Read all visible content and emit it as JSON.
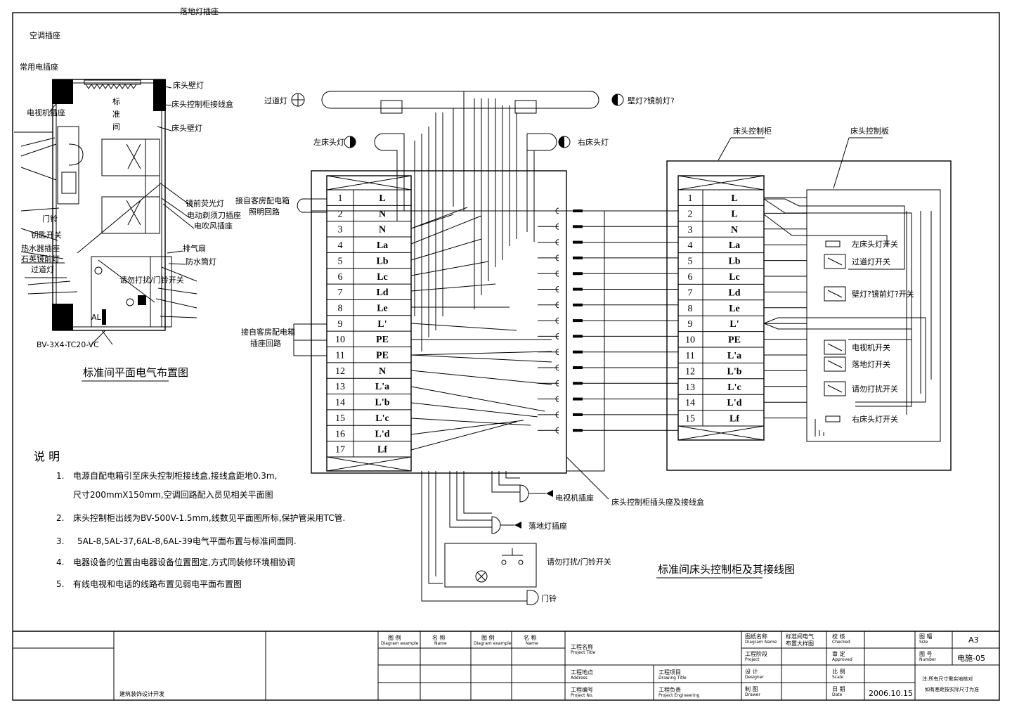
{
  "plan": {
    "title": "标准间平面电气布置图",
    "labels": {
      "floor_lamp_socket": "落地灯插座",
      "ac_socket": "空调插座",
      "common_socket": "常用电插座",
      "tv_socket": "电视机插座",
      "doorbell": "门铃",
      "lock_switch": "钥匙开关",
      "water_heater_socket": "热水器插座",
      "mirror_lamp": "石英镜前灯",
      "corridor_lamp": "过道灯",
      "room_name_1": "标",
      "room_name_2": "准",
      "room_name_3": "间",
      "bedside_wall_lamp_1": "床头壁灯",
      "bedside_box": "床头控制柜接线盒",
      "bedside_wall_lamp_2": "床头壁灯",
      "mirror_fluorescent": "镜前荧光灯",
      "shaver_socket": "电动剃须刀插座",
      "hair_dryer_socket": "电吹风插座",
      "exhaust_fan": "排气扇",
      "waterproof_lamp": "防水筒灯",
      "dnd_switch": "请勿打扰/门铃开关",
      "panel": "AL",
      "cable": "BV-3X4-TC20-VC"
    }
  },
  "notes": {
    "heading": "说 明",
    "items": [
      {
        "no": "1.",
        "text": "电源自配电箱引至床头控制柜接线盒,接线盒距地0.3m,"
      },
      {
        "no": "",
        "text": "尺寸200mmX150mm,空调回路配入员见相关平面图"
      },
      {
        "no": "2.",
        "text": "床头控制柜出线为BV-500V-1.5mm,线数见平面图所标,保护管采用TC管."
      },
      {
        "no": "3.",
        "text": "5AL-8,5AL-37,6AL-8,6AL-39电气平面布置与标准间面同."
      },
      {
        "no": "4.",
        "text": "电器设备的位置由电器设备位置图定,方式同装修环境相协调"
      },
      {
        "no": "5.",
        "text": "有线电视和电话的线路布置见弱电平面布置图"
      }
    ]
  },
  "wiring": {
    "title": "标准间床头控制柜及其接线图",
    "corridor_lamp": "过道灯",
    "wall_mirror_lamp": "壁灯?镜前灯?",
    "left_bed_lamp": "左床头灯",
    "right_bed_lamp": "右床头灯",
    "lighting_circuit_1": "接自客房配电箱",
    "lighting_circuit_2": "照明回路",
    "socket_circuit_1": "接自客房配电箱",
    "socket_circuit_2": "插座回路",
    "tv_socket": "电视机插座",
    "floor_socket": "落地灯插座",
    "dnd_switch": "请勿打扰/门铃开关",
    "doorbell": "门铃",
    "plug_box": "床头控制柜插头座及接线盒",
    "cabinet_label": "床头控制柜",
    "panel_label": "床头控制板",
    "left_terminals": [
      {
        "no": "1",
        "name": "L"
      },
      {
        "no": "2",
        "name": "N"
      },
      {
        "no": "3",
        "name": "N"
      },
      {
        "no": "4",
        "name": "La"
      },
      {
        "no": "5",
        "name": "Lb"
      },
      {
        "no": "6",
        "name": "Lc"
      },
      {
        "no": "7",
        "name": "Ld"
      },
      {
        "no": "8",
        "name": "Le"
      },
      {
        "no": "9",
        "name": "L'"
      },
      {
        "no": "10",
        "name": "PE"
      },
      {
        "no": "11",
        "name": "PE"
      },
      {
        "no": "12",
        "name": "N"
      },
      {
        "no": "13",
        "name": "L'a"
      },
      {
        "no": "14",
        "name": "L'b"
      },
      {
        "no": "15",
        "name": "L'c"
      },
      {
        "no": "16",
        "name": "L'd"
      },
      {
        "no": "17",
        "name": "Lf"
      }
    ],
    "right_terminals": [
      {
        "no": "1",
        "name": "L"
      },
      {
        "no": "2",
        "name": "L"
      },
      {
        "no": "3",
        "name": "N"
      },
      {
        "no": "4",
        "name": "La"
      },
      {
        "no": "5",
        "name": "Lb"
      },
      {
        "no": "6",
        "name": "Lc"
      },
      {
        "no": "7",
        "name": "Ld"
      },
      {
        "no": "8",
        "name": "Le"
      },
      {
        "no": "9",
        "name": "L'"
      },
      {
        "no": "10",
        "name": "PE"
      },
      {
        "no": "11",
        "name": "L'a"
      },
      {
        "no": "12",
        "name": "L'b"
      },
      {
        "no": "13",
        "name": "L'c"
      },
      {
        "no": "14",
        "name": "L'd"
      },
      {
        "no": "15",
        "name": "Lf"
      }
    ],
    "switches": {
      "left_bed_switch": "左床头灯开关",
      "corridor_switch": "过道灯开关",
      "wall_mirror_switch": "壁灯?镜前灯?开关",
      "tv_switch": "电视机开关",
      "floor_switch": "落地灯开关",
      "dnd_switch": "请勿打扰开关",
      "right_bed_switch": "右床头灯开关"
    }
  },
  "title_block": {
    "company": "建筑装饰设计开发",
    "legend_1": "图 例",
    "legend_1_en": "Diagram example",
    "name_1": "名 称",
    "name_1_en": "Name",
    "legend_2": "图 例",
    "legend_2_en": "Diagram example",
    "name_2": "名 称",
    "name_2_en": "Name",
    "project_name": "工程名称",
    "project_name_en": "Project Title",
    "project_site": "工程地点",
    "project_site_en": "Address",
    "project_no": "工程编号",
    "project_no_en": "Project No.",
    "project_item": "工程项目",
    "project_item_en": "Drawing Title",
    "project_lead": "工程负责",
    "project_lead_en": "Project Engineering",
    "drawing_name": "图纸名称",
    "drawing_name_en": "Diagram Name",
    "drawing_name_value_1": "标准间电气",
    "drawing_name_value_2": "布置大样图",
    "stage": "工程阶段",
    "stage_en": "Project",
    "design": "设 计",
    "design_en": "Designer",
    "draw": "制 图",
    "draw_en": "Drawer",
    "check": "校 核",
    "check_en": "Checked",
    "audit": "审 定",
    "audit_en": "Approved",
    "scale": "比 例",
    "scale_en": "Scale",
    "date": "日 期",
    "date_en": "Date",
    "date_value": "2006.10.15",
    "size": "图 幅",
    "size_en": "Size",
    "size_value": "A3",
    "number": "图 号",
    "number_en": "Number",
    "number_value": "电施-05",
    "remark_1": "注:所有尺寸需实地核对",
    "remark_2": "如有差距按实际尺寸为准"
  }
}
